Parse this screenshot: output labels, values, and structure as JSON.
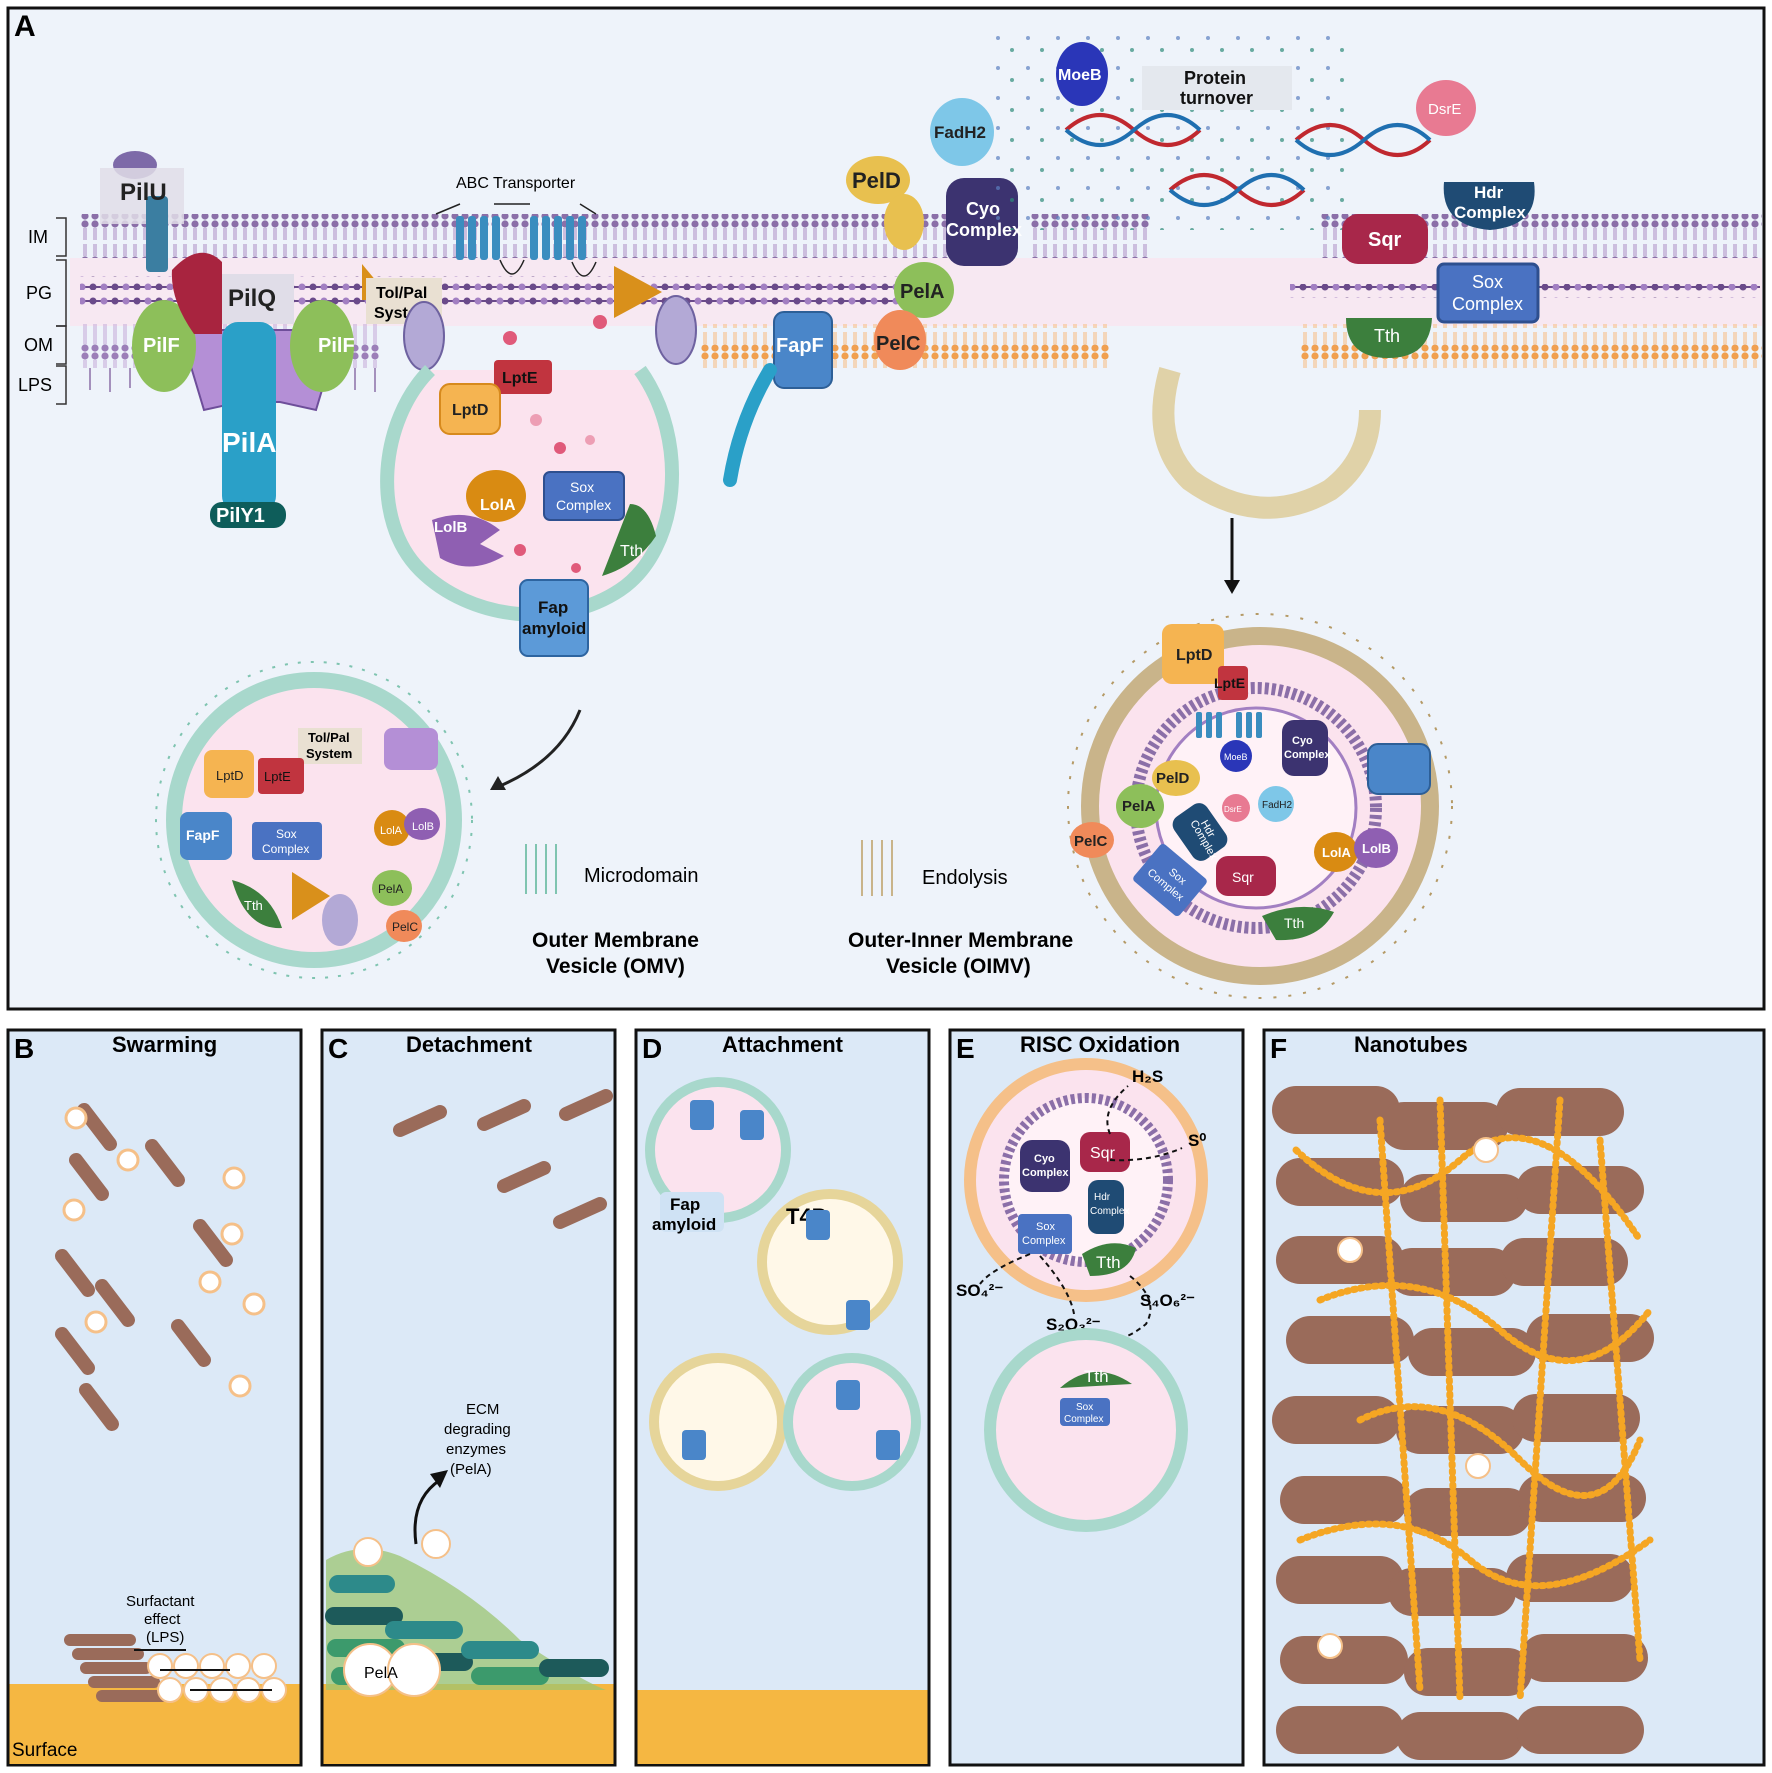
{
  "panels": {
    "a": {
      "letter": "A"
    },
    "b": {
      "letter": "B",
      "title": "Swarming"
    },
    "c": {
      "letter": "C",
      "title": "Detachment"
    },
    "d": {
      "letter": "D",
      "title": "Attachment"
    },
    "e": {
      "letter": "E",
      "title": "RISC Oxidation"
    },
    "f": {
      "letter": "F",
      "title": "Nanotubes"
    }
  },
  "layers": {
    "im": "IM",
    "pg": "PG",
    "om": "OM",
    "lps": "LPS"
  },
  "proteins": {
    "pilu": "PilU",
    "pilq": "PilQ",
    "pilf": "PilF",
    "pila": "PilA",
    "pily1": "PilY1",
    "tolpal_1": "Tol/Pal",
    "tolpal_2": "System",
    "abc": "ABC Transporter",
    "lpte": "LptE",
    "lptd": "LptD",
    "lola": "LolA",
    "lolb": "LolB",
    "sox_1": "Sox",
    "sox_2": "Complex",
    "tth": "Tth",
    "fap_1": "Fap",
    "fap_2": "amyloid",
    "fapf": "FapF",
    "peld": "PelD",
    "pela": "PelA",
    "pelc": "PelC",
    "cyo_1": "Cyo",
    "cyo_2": "Complex",
    "fadh2": "FadH2",
    "moeb": "MoeB",
    "turnover_1": "Protein",
    "turnover_2": "turnover",
    "dsre": "DsrE",
    "hdr_1": "Hdr",
    "hdr_2": "Complex",
    "sqr": "Sqr"
  },
  "legend": {
    "microdomain": "Microdomain",
    "endolysis": "Endolysis",
    "omv_1": "Outer Membrane",
    "omv_2": "Vesicle (OMV)",
    "oimv_1": "Outer-Inner Membrane",
    "oimv_2": "Vesicle (OIMV)"
  },
  "b": {
    "surfactant_1": "Surfactant",
    "surfactant_2": "effect",
    "surfactant_3": "(LPS)",
    "surface": "Surface"
  },
  "c": {
    "ecm_1": "ECM",
    "ecm_2": "degrading",
    "ecm_3": "enzymes",
    "ecm_4": "(PelA)",
    "pela": "PelA"
  },
  "d": {
    "fap_1": "Fap",
    "fap_2": "amyloid",
    "t4p": "T4P"
  },
  "e": {
    "h2s": "H₂S",
    "s0": "S⁰",
    "so4": "SO₄²⁻",
    "s2o3": "S₂O₃²⁻",
    "s4o6": "S₄O₆²⁻",
    "sqr": "Sqr",
    "cyo_1": "Cyo",
    "cyo_2": "Complex",
    "hdr_1": "Hdr",
    "hdr_2": "Complex",
    "sox_1": "Sox",
    "sox_2": "Complex",
    "tth": "Tth"
  },
  "colors": {
    "bg_panel": "#eef3fa",
    "bg_small": "#dce9f7",
    "lipid_purple": "#8b6fa8",
    "lipid_orange": "#f0a050",
    "lipid_teal": "#a8d8cc",
    "lipid_tan": "#c9b48a",
    "pink_lumen": "#fbe3ee",
    "cell_brown": "#9a6b5a",
    "nanotube": "#f5a623",
    "surface": "#f5b742"
  }
}
